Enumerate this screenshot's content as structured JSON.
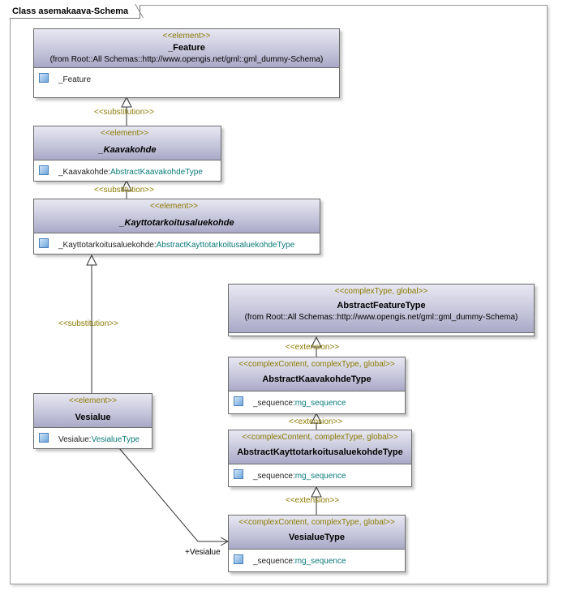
{
  "frame": {
    "title": "Class asemakaava-Schema"
  },
  "classes": {
    "feature": {
      "stereotype": "<<element>>",
      "name": "_Feature",
      "from": "(from Root::All Schemas::http://www.opengis.net/gml::gml_dummy-Schema)",
      "attr_name": "_Feature",
      "attr_type": ""
    },
    "kaavakohde": {
      "stereotype": "<<element>>",
      "name": "_Kaavakohde",
      "attr_name": "_Kaavakohde:",
      "attr_type": "AbstractKaavakohdeType"
    },
    "kayttotarkoitus": {
      "stereotype": "<<element>>",
      "name": "_Kayttotarkoitusaluekohde",
      "attr_name": "_Kayttotarkoitusaluekohde:",
      "attr_type": "AbstractKayttotarkoitusaluekohdeType"
    },
    "vesialue": {
      "stereotype": "<<element>>",
      "name": "Vesialue",
      "attr_name": "Vesialue:",
      "attr_type": "VesialueType"
    },
    "abstract_feature_type": {
      "stereotype": "<<complexType, global>>",
      "name": "AbstractFeatureType",
      "from": "(from Root::All Schemas::http://www.opengis.net/gml::gml_dummy-Schema)"
    },
    "abstract_kaavakohde_type": {
      "stereotype": "<<complexContent, complexType, global>>",
      "name": "AbstractKaavakohdeType",
      "attr_name": "_sequence:",
      "attr_type": "mg_sequence"
    },
    "abstract_kayttotarkoitus_type": {
      "stereotype": "<<complexContent, complexType, global>>",
      "name": "AbstractKayttotarkoitusaluekohdeType",
      "attr_name": "_sequence:",
      "attr_type": "mg_sequence"
    },
    "vesialue_type": {
      "stereotype": "<<complexContent, complexType, global>>",
      "name": "VesialueType",
      "attr_name": "_sequence:",
      "attr_type": "mg_sequence"
    }
  },
  "connectors": {
    "substitution_label": "<<substitution>>",
    "extension_label": "<<extension>>",
    "association_role": "+Vesialue"
  }
}
